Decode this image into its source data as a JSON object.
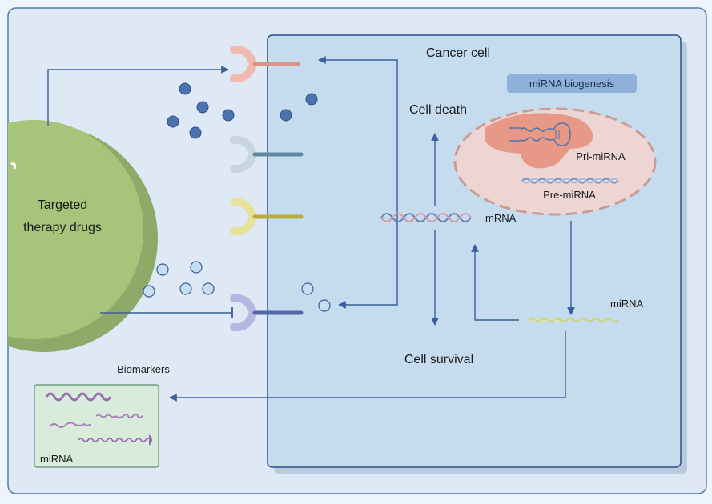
{
  "labels": {
    "cancer_cell": "Cancer cell",
    "mirna_biogenesis": "miRNA biogenesis",
    "cell_death": "Cell death",
    "cell_survival": "Cell  survival",
    "mrna": "mRNA",
    "pri_mirna": "Pri-miRNA",
    "pre_mirna": "Pre-miRNA",
    "mirna": "miRNA",
    "targeted_line1": "Targeted",
    "targeted_line2": "therapy drugs",
    "biomarkers": "Biomarkers",
    "biomarker_mirna": "miRNA"
  },
  "colors": {
    "background": "#dfe9f5",
    "cell_fill": "#c5dcef",
    "cell_border": "#2e4f80",
    "drug_green": "#a8c47a",
    "arrow_blue": "#3a5f9a",
    "dark_dot": "#4a73b0",
    "light_dot": "#c6def2",
    "nucleus_fill": "#ecd5d2",
    "nucleus_dash": "#c99b95",
    "biomarker_box": "#d9ecdc",
    "mirna_purple": "#9b6bb0",
    "receptor_pink": "#d9938a",
    "receptor_gray": "#5e8aa0",
    "receptor_yellow": "#b8ab3c",
    "receptor_purple": "#5468a8"
  }
}
